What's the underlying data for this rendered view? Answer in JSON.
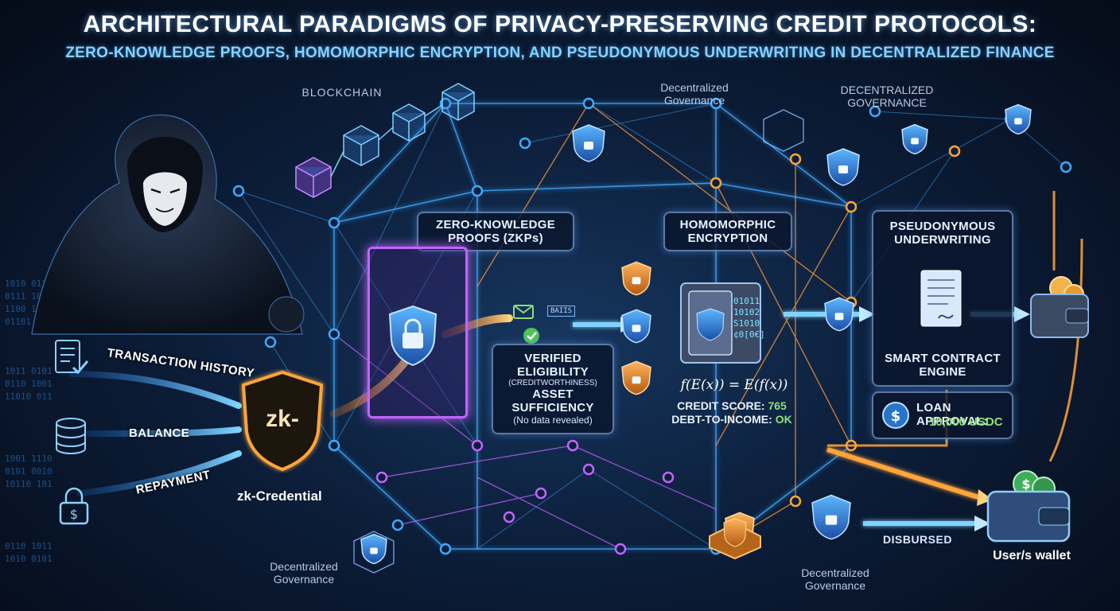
{
  "header": {
    "title": "ARCHITECTURAL PARADIGMS OF PRIVACY-PRESERVING CREDIT PROTOCOLS:",
    "subtitle": "ZERO-KNOWLEDGE PROOFS, HOMOMORPHIC ENCRYPTION, AND PSEUDONYMOUS UNDERWRITING IN DECENTRALIZED FINANCE"
  },
  "labels": {
    "blockchain": "BLOCKCHAIN",
    "governance_top_center": "Decentralized Governance",
    "governance_top_right": "DECENTRALIZED GOVERNANCE",
    "governance_bottom_left": "Decentralized Governance",
    "governance_bottom_center": "Decentralized Governance",
    "disbursed": "DISBURSED",
    "wallet": "User/s wallet",
    "zk_badge": "zk-",
    "zk_credential": "zk-Credential"
  },
  "inputs": {
    "transaction_history": "TRANSACTION HISTORY",
    "balance": "BALANCE",
    "repayment": "REPAYMENT"
  },
  "panels": {
    "zkp": {
      "title": "ZERO-KNOWLEDGE PROOFS (ZKPs)",
      "verified": "VERIFIED ELIGIBILITY",
      "creditworthiness": "(CREDITWORTHINESS)",
      "asset": "ASSET SUFFICIENCY",
      "note": "(No data revealed)",
      "chip": "BAIIS"
    },
    "homomorphic": {
      "title": "HOMOMORPHIC ENCRYPTION",
      "formula": "f(E(x)) = E(f(x))",
      "credit_score_label": "CREDIT SCORE:",
      "credit_score_value": "765",
      "dti_label": "DEBT-TO-INCOME:",
      "dti_value": "OK",
      "binary": [
        "01011",
        "10102",
        "S1010",
        "¢0[0€]"
      ]
    },
    "pseudonymous": {
      "title": "PSEUDONYMOUS UNDERWRITING",
      "engine": "SMART CONTRACT ENGINE",
      "loan_label": "LOAN APPROVAL:",
      "loan_value": "10,000 USDC"
    }
  },
  "colors": {
    "accent_blue": "#3fa9ff",
    "accent_orange": "#ffa53a",
    "accent_purple": "#c264ff",
    "accent_green": "#6ee07a",
    "background": "#0c1e3a"
  },
  "icons": [
    "hooded-figure-icon",
    "document-check-icon",
    "database-icon",
    "lock-dollar-icon",
    "shield-lock-icon",
    "safe-icon",
    "contract-icon",
    "usdc-coin-icon",
    "wallet-icon",
    "blockchain-cube-icon"
  ]
}
